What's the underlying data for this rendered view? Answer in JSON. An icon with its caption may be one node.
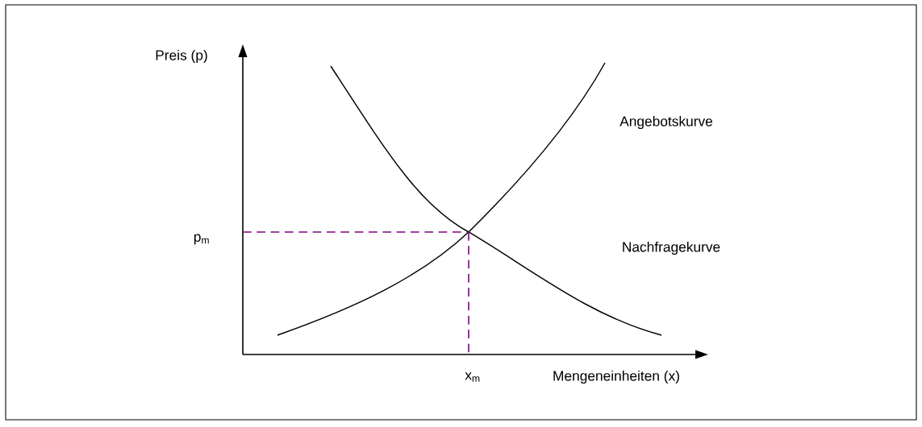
{
  "diagram": {
    "labels": [
      "Preis (p)",
      "Angebotskurve",
      "p$_{m}$",
      "Nachfragekurve",
      "x$_{m}$",
      "Mengeneinheiten (x)"
    ]
  }
}
